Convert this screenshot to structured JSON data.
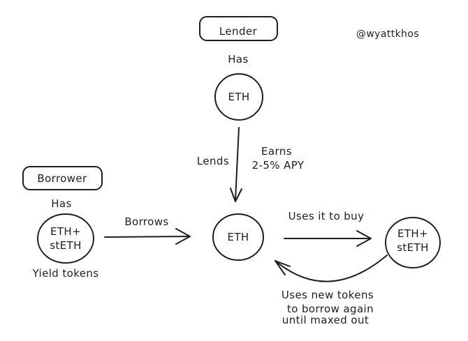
{
  "colors": {
    "stroke": "#1e1e1e",
    "background": "#ffffff"
  },
  "attribution": "@wyattkhos",
  "lender": {
    "box_label": "Lender",
    "has_label": "Has",
    "token": "ETH"
  },
  "borrower": {
    "box_label": "Borrower",
    "has_label": "Has",
    "token_line1": "ETH+",
    "token_line2": "stETH",
    "caption": "Yield tokens"
  },
  "pool": {
    "token": "ETH"
  },
  "bought": {
    "token_line1": "ETH+",
    "token_line2": "stETH"
  },
  "edges": {
    "lends_label": "Lends",
    "earns_line1": "Earns",
    "earns_line2": "2-5% APY",
    "borrows_label": "Borrows",
    "uses_to_buy_label": "Uses it to buy",
    "loop_line1": "Uses new tokens",
    "loop_line2": "to borrow again",
    "loop_line3": "until maxed out"
  }
}
